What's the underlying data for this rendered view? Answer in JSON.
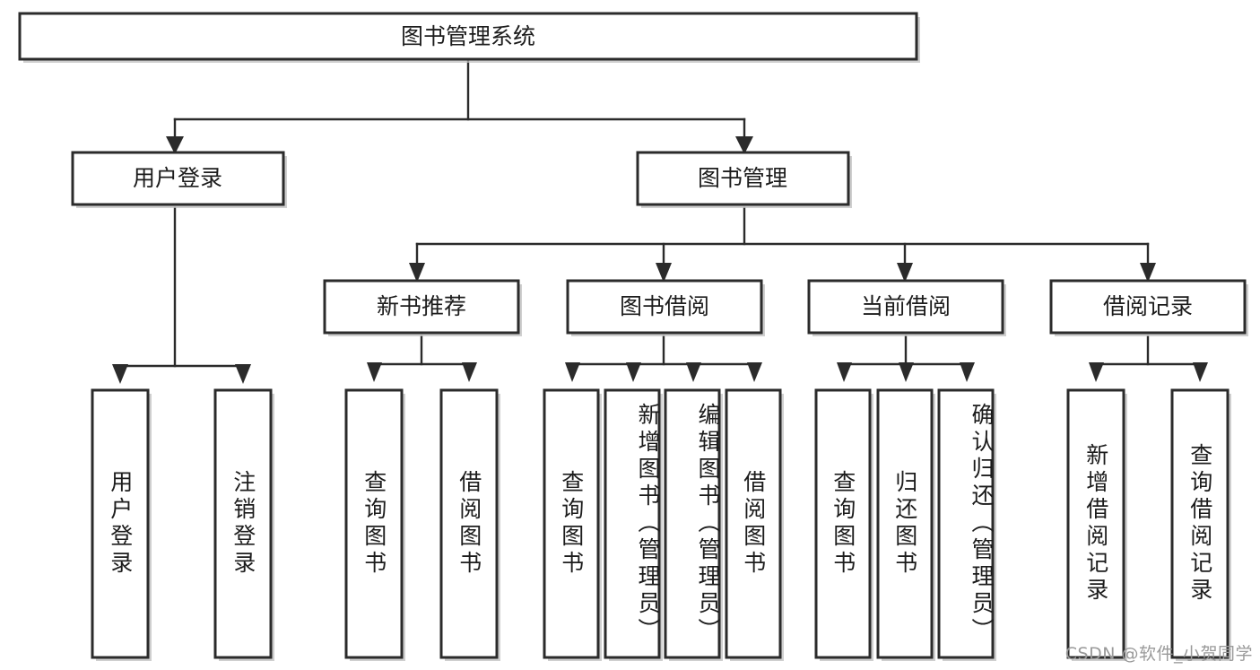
{
  "diagram": {
    "title": "图书管理系统",
    "type": "tree",
    "orientation": "top-down",
    "colors": {
      "box_stroke": "#2b2b2b",
      "box_fill": "#ffffff",
      "line": "#2b2b2b",
      "text": "#1c1c1c",
      "background": "#ffffff",
      "watermark": "#9a9a9a"
    },
    "root": {
      "id": "root",
      "label": "图书管理系统",
      "orientation": "horizontal"
    },
    "level1": [
      {
        "id": "user-login",
        "label": "用户登录",
        "orientation": "horizontal"
      },
      {
        "id": "book-management",
        "label": "图书管理",
        "orientation": "horizontal"
      }
    ],
    "level2": [
      {
        "id": "new-book-recommend",
        "label": "新书推荐",
        "orientation": "horizontal",
        "parent": "book-management"
      },
      {
        "id": "book-borrow",
        "label": "图书借阅",
        "orientation": "horizontal",
        "parent": "book-management"
      },
      {
        "id": "current-borrow",
        "label": "当前借阅",
        "orientation": "horizontal",
        "parent": "book-management"
      },
      {
        "id": "borrow-record",
        "label": "借阅记录",
        "orientation": "horizontal",
        "parent": "book-management"
      }
    ],
    "leaves": {
      "user-login": [
        {
          "id": "leaf-user-login",
          "label": "用户登录",
          "orientation": "vertical"
        },
        {
          "id": "leaf-user-logout",
          "label": "注销登录",
          "orientation": "vertical"
        }
      ],
      "new-book-recommend": [
        {
          "id": "leaf-query-book-1",
          "label": "查询图书",
          "orientation": "vertical"
        },
        {
          "id": "leaf-borrow-book-1",
          "label": "借阅图书",
          "orientation": "vertical"
        }
      ],
      "book-borrow": [
        {
          "id": "leaf-query-book-2",
          "label": "查询图书",
          "orientation": "vertical"
        },
        {
          "id": "leaf-add-book",
          "label": "新增图书（管理员）",
          "orientation": "vertical"
        },
        {
          "id": "leaf-edit-book",
          "label": "编辑图书（管理员）",
          "orientation": "vertical"
        },
        {
          "id": "leaf-borrow-book-2",
          "label": "借阅图书",
          "orientation": "vertical"
        }
      ],
      "current-borrow": [
        {
          "id": "leaf-query-book-3",
          "label": "查询图书",
          "orientation": "vertical"
        },
        {
          "id": "leaf-return-book",
          "label": "归还图书",
          "orientation": "vertical"
        },
        {
          "id": "leaf-confirm-return",
          "label": "确认归还（管理员）",
          "orientation": "vertical"
        }
      ],
      "borrow-record": [
        {
          "id": "leaf-add-record",
          "label": "新增借阅记录",
          "orientation": "vertical"
        },
        {
          "id": "leaf-query-record",
          "label": "查询借阅记录",
          "orientation": "vertical"
        }
      ]
    }
  },
  "watermark": {
    "text": "CSDN @软件_小贺同学"
  }
}
